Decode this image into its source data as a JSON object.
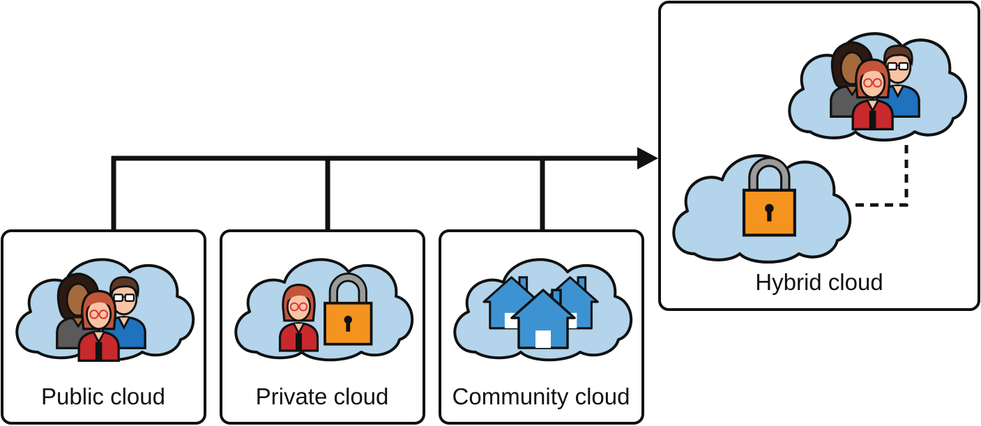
{
  "diagram": {
    "boxes": {
      "public": {
        "label": "Public cloud"
      },
      "private": {
        "label": "Private cloud"
      },
      "community": {
        "label": "Community cloud"
      },
      "hybrid": {
        "label": "Hybrid cloud"
      }
    },
    "icons": {
      "public_cloud": [
        "people-group-icon"
      ],
      "private_cloud": [
        "person-icon",
        "padlock-icon"
      ],
      "community_cloud": [
        "houses-icon"
      ],
      "hybrid_cloud": [
        "people-group-icon",
        "padlock-icon"
      ]
    },
    "colors": {
      "cloud_fill": "#b3d4ea",
      "outline": "#111111",
      "lock_body": "#f5931f",
      "lock_shackle": "#9b9b9b",
      "house_fill": "#3d93d1",
      "shirt_blue": "#1f72bd",
      "shirt_red": "#c8292d",
      "skin_light": "#f8c4a4",
      "skin_dark": "#a46a3e",
      "hair_auburn": "#c4553a",
      "hair_brown": "#5b3825",
      "jacket_gray": "#5a5a5a"
    }
  }
}
